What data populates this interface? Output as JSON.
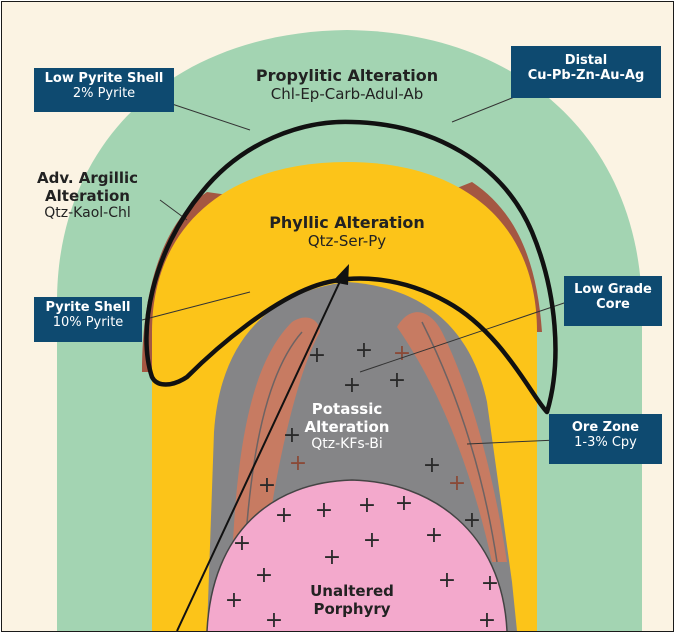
{
  "colors": {
    "background": "#fbf3e3",
    "propylitic": "#a3d4b2",
    "phyllic": "#fcc419",
    "argillic": "#a45742",
    "potassic": "#858587",
    "ore_zone": "#c77b62",
    "porphyry": "#f3a9cc",
    "label_box": "#0e4a70",
    "outline": "#111111"
  },
  "zones": {
    "propylitic": {
      "title": "Propylitic Alteration",
      "minerals": "Chl-Ep-Carb-Adul-Ab"
    },
    "phyllic": {
      "title": "Phyllic Alteration",
      "minerals": "Qtz-Ser-Py"
    },
    "potassic": {
      "title_1": "Potassic",
      "title_2": "Alteration",
      "minerals": "Qtz-KFs-Bi"
    },
    "porphyry": {
      "title_1": "Unaltered",
      "title_2": "Porphyry"
    },
    "argillic": {
      "title_1": "Adv. Argillic",
      "title_2": "Alteration",
      "minerals": "Qtz-Kaol-Chl"
    }
  },
  "callouts": {
    "low_pyrite_shell": {
      "title": "Low Pyrite Shell",
      "detail": "2% Pyrite"
    },
    "distal": {
      "title": "Distal",
      "detail": "Cu-Pb-Zn-Au-Ag"
    },
    "pyrite_shell": {
      "title": "Pyrite Shell",
      "detail": "10% Pyrite"
    },
    "low_grade_core": {
      "title": "Low Grade",
      "detail": "Core"
    },
    "ore_zone": {
      "title": "Ore Zone",
      "detail": "1-3% Cpy"
    }
  }
}
